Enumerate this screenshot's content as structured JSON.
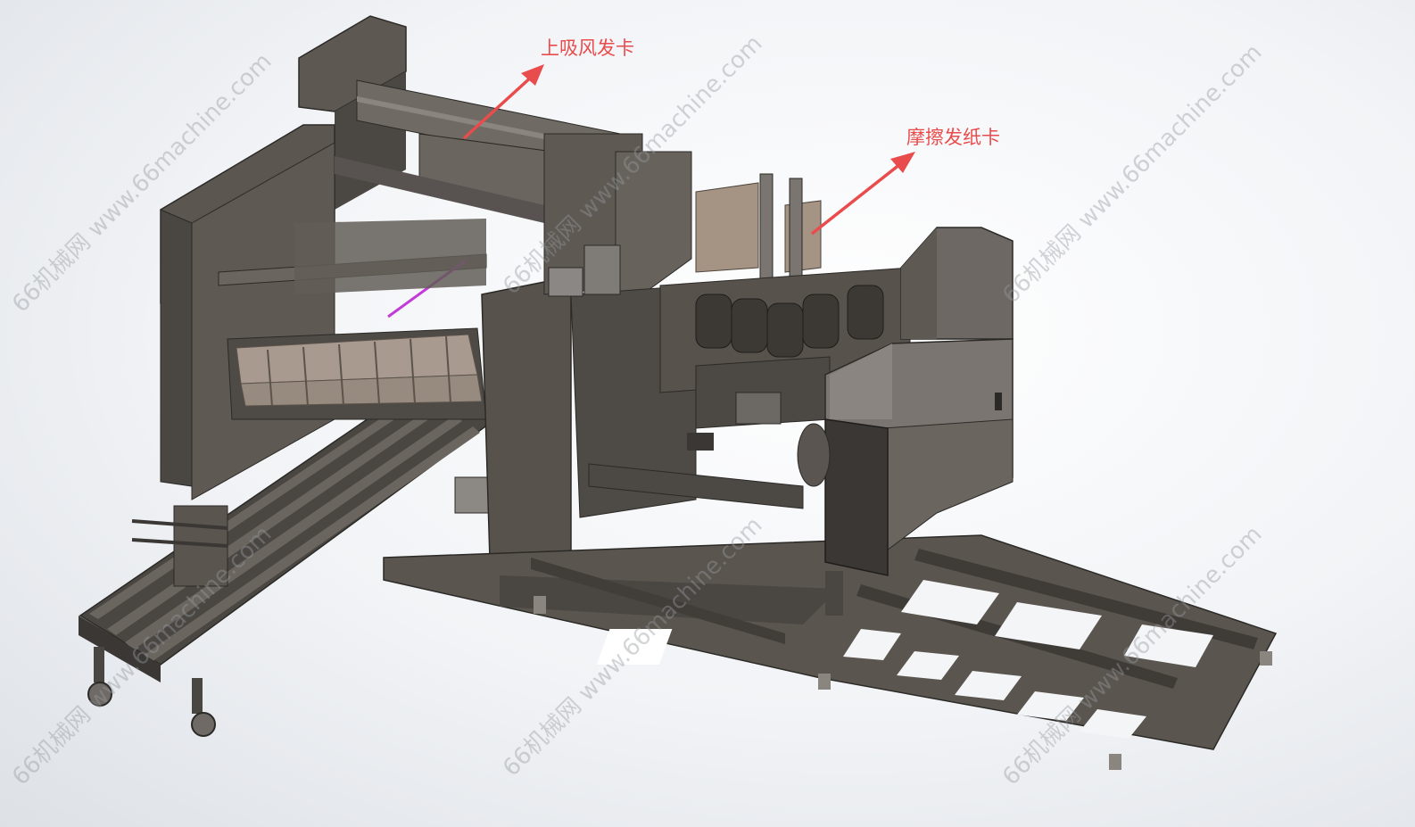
{
  "annotations": {
    "top_label": "上吸风发卡",
    "right_label": "摩擦发纸卡",
    "color": "#e84c4c"
  },
  "watermarks": [
    "66机械网 www.66machine.com",
    "66机械网 www.66machine.com",
    "66机械网 www.66machine.com",
    "66机械网 www.66machine.com",
    "66机械网 www.66machine.com",
    "66机械网 www.66machine.com"
  ],
  "colors": {
    "body": "#5b5650",
    "body_dark": "#3f3b37",
    "body_light": "#77716a",
    "steel": "#8b8580",
    "accent_magenta": "#c23cd8"
  }
}
